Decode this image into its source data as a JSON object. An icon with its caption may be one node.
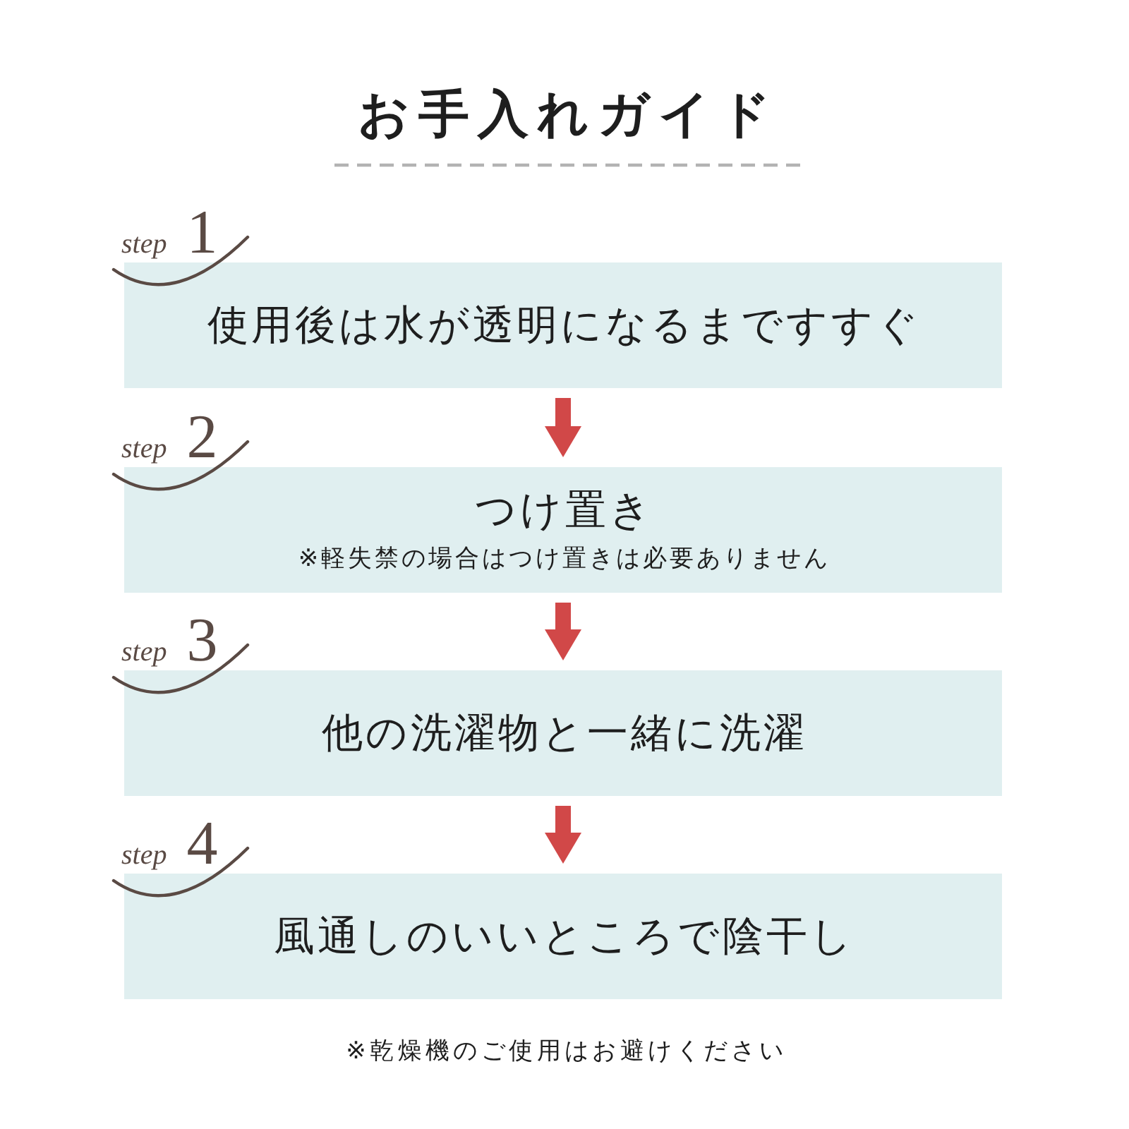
{
  "diagram": {
    "title": "お手入れガイド",
    "nodes": [
      {
        "text": [
          "*step* 1",
          "使用後は水が透明になるまですすぐ"
        ]
      },
      {
        "text": [
          "*step* 2",
          "つけ置き",
          "※軽失禁の場合はつけ置きは必要ありません"
        ]
      },
      {
        "text": [
          "*step* 3",
          "他の洗濯物と一緒に洗濯"
        ]
      },
      {
        "text": [
          "*step* 4",
          "風通しのいいところで陰干し"
        ]
      }
    ],
    "edges": [
      {
        "from": 0,
        "to": 1,
        "arrow": "to"
      },
      {
        "from": 1,
        "to": 2,
        "arrow": "to"
      },
      {
        "from": 2,
        "to": 3,
        "arrow": "to"
      }
    ],
    "labels": [
      "※乾燥機のご使用はお避けください"
    ]
  }
}
